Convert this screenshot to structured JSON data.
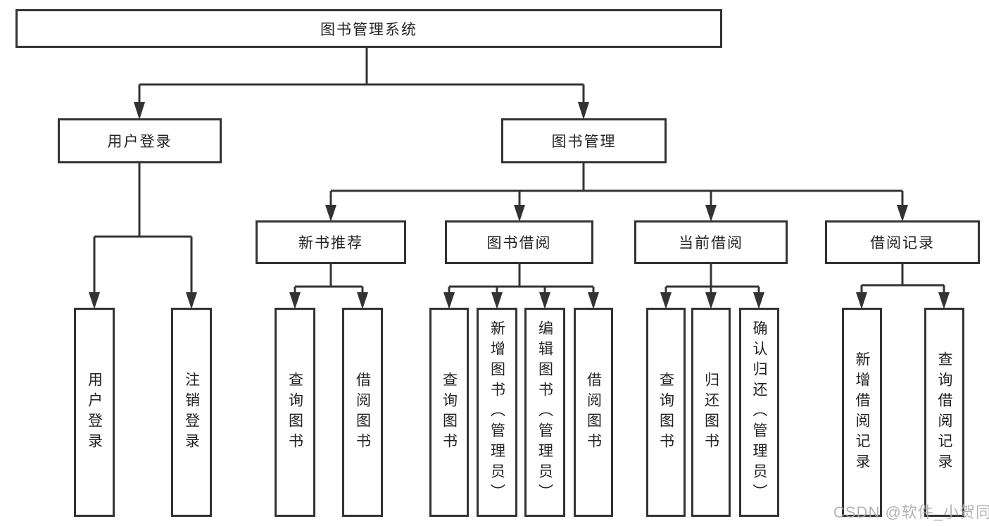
{
  "diagram": {
    "root": {
      "label": "图书管理系统"
    },
    "level2": [
      {
        "label": "用户登录"
      },
      {
        "label": "图书管理"
      }
    ],
    "level3": [
      {
        "label": "新书推荐"
      },
      {
        "label": "图书借阅"
      },
      {
        "label": "当前借阅"
      },
      {
        "label": "借阅记录"
      }
    ],
    "leaves": {
      "user_login": [
        "用户登录",
        "注销登录"
      ],
      "new_book_recommend": [
        "查询图书",
        "借阅图书"
      ],
      "book_borrow": [
        "查询图书",
        "新增图书（管理员）",
        "编辑图书（管理员）",
        "借阅图书"
      ],
      "current_borrow": [
        "查询图书",
        "归还图书",
        "确认归还（管理员）"
      ],
      "borrow_records": [
        "新增借阅记录",
        "查询借阅记录"
      ]
    }
  },
  "watermark": {
    "text": "CSDN @软件_小贺同学"
  },
  "colors": {
    "background": "#ffffff",
    "box_border": "#333333",
    "connector_line": "#333333",
    "text": "#222222",
    "watermark": "#a8a8a8"
  }
}
